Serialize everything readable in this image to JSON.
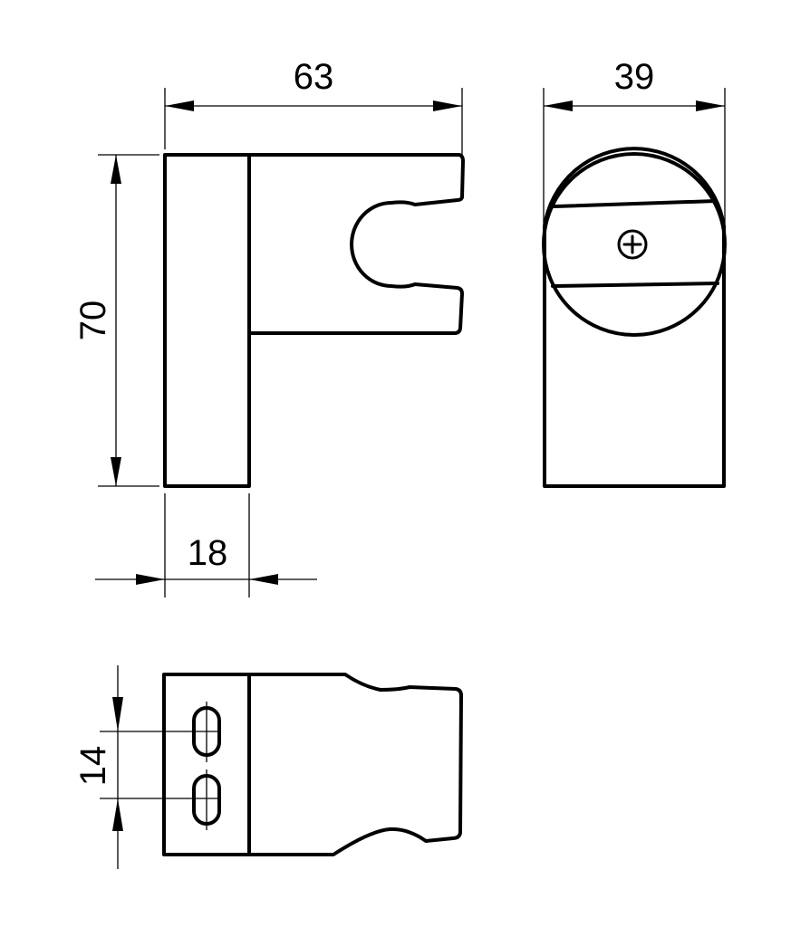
{
  "drawing": {
    "colors": {
      "line": "#000000",
      "background": "#ffffff"
    },
    "dimensions": {
      "width_front": "63",
      "width_side": "39",
      "height": "70",
      "plate_thickness": "18",
      "slot_spacing": "14"
    },
    "views": [
      "front-view",
      "side-view",
      "top-view"
    ]
  }
}
